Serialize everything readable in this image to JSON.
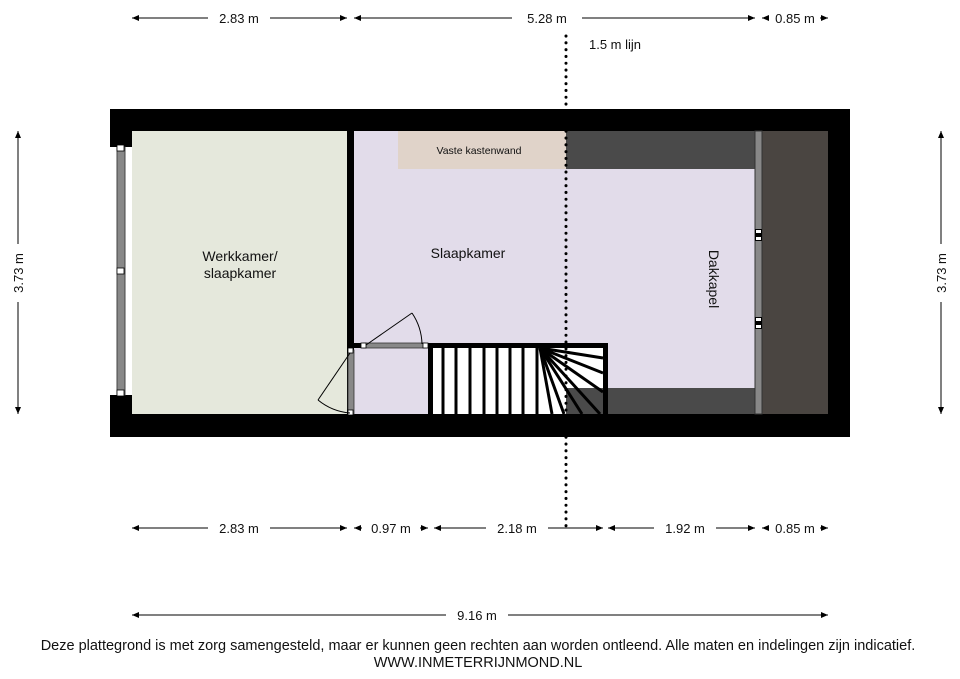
{
  "rooms": {
    "werkkamer_line1": "Werkkamer/",
    "werkkamer_line2": "slaapkamer",
    "slaapkamer": "Slaapkamer",
    "dakkapel": "Dakkapel",
    "kastenwand": "Vaste kastenwand"
  },
  "annotations": {
    "line_label": "1.5 m lijn"
  },
  "dimensions": {
    "top": [
      "2.83 m",
      "5.28 m",
      "0.85 m"
    ],
    "bottom": [
      "2.83 m",
      "0.97 m",
      "2.18 m",
      "1.92 m",
      "0.85 m"
    ],
    "total": "9.16 m",
    "left": "3.73 m",
    "right": "3.73 m"
  },
  "footer": {
    "disclaimer": "Deze plattegrond is met zorg samengesteld, maar er kunnen geen rechten aan worden ontleend. Alle maten en indelingen zijn indicatief.",
    "website": "WWW.INMETERRIJNMOND.NL"
  },
  "colors": {
    "werkkamer": "#e5e8dc",
    "slaapkamer": "#e2dcea",
    "kastenwand": "#e0d3c9",
    "low_ceiling": "#4a4a4a",
    "dakkapel_strip": "#4a4541",
    "wall": "#000000"
  }
}
